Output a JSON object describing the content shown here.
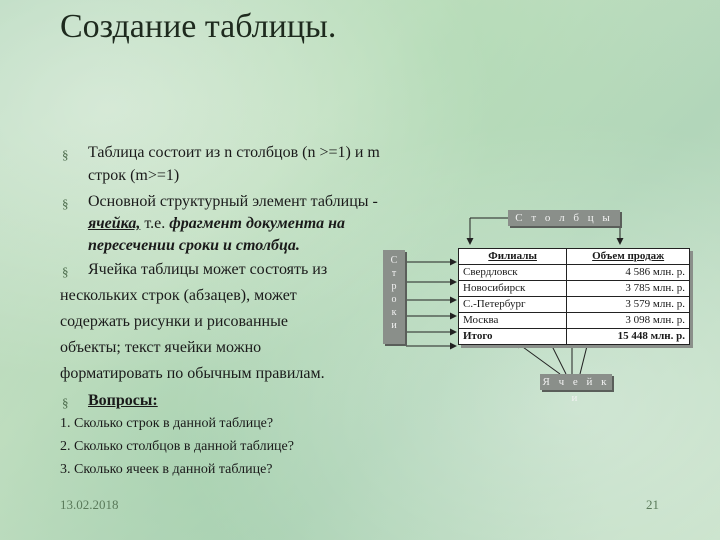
{
  "title": "Создание таблицы.",
  "bullets": {
    "b1_line1": "Таблица состоит из n столбцов (n >=1) и  m",
    "b1_line2": "строк   (m>=1)",
    "b2_line1": "Основной структурный элемент таблицы -",
    "b2_term": "ячейка,",
    "b2_mid": " т.е. ",
    "b2_def1": "фрагмент документа на",
    "b2_def2": "пересечении сроки и столбца.",
    "b3_line1": "Ячейка таблицы может состоять из",
    "b3_line2": "нескольких строк (абзацев), может",
    "b3_line3": "содержать рисунки и рисованные",
    "b3_line4": "объекты; текст ячейки можно",
    "b3_line5": "форматировать по обычным правилам.",
    "b4_label": "Вопросы:"
  },
  "bullet_glyph": "§",
  "questions": [
    "1. Сколько строк в данной таблице?",
    "2. Сколько столбцов в данной таблице?",
    "3. Сколько ячеек в данной таблице?"
  ],
  "diagram": {
    "columns_label": "С т о л б ц ы",
    "rows_label": [
      "С",
      "т",
      "р",
      "о",
      "к",
      "и"
    ],
    "cells_label": "Я ч е й к и"
  },
  "sample_table": {
    "headers": [
      "Филиалы",
      "Объем продаж"
    ],
    "rows": [
      [
        "Свердловск",
        "4 586 млн. р."
      ],
      [
        "Новосибирск",
        "3 785 млн. р."
      ],
      [
        "С.-Петербург",
        "3 579 млн. р."
      ],
      [
        "Москва",
        "3 098 млн. р."
      ]
    ],
    "total": [
      "Итого",
      "15 448 млн. р."
    ]
  },
  "footer": {
    "date": "13.02.2018",
    "page": "21"
  }
}
